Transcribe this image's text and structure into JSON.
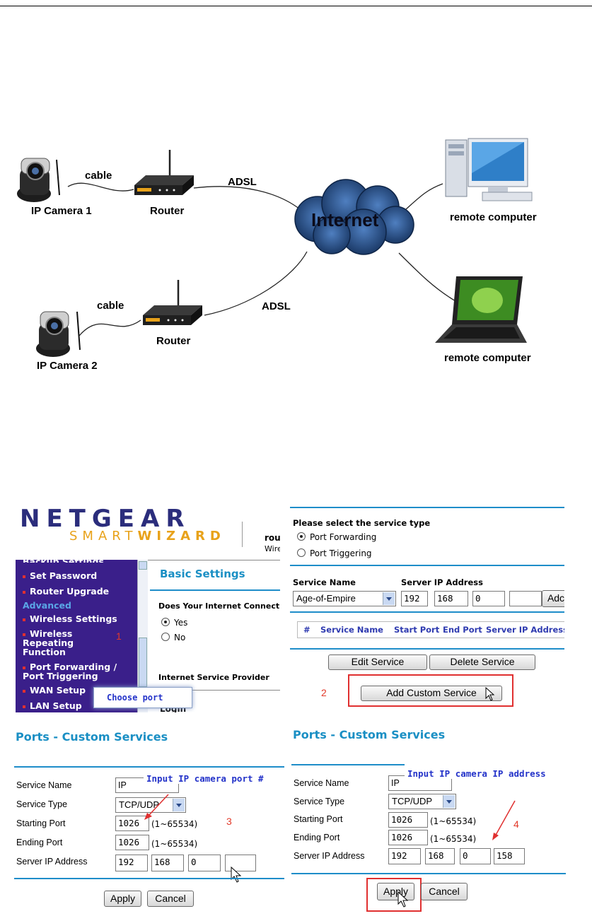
{
  "diagram": {
    "camera1": "IP Camera 1",
    "camera2": "IP Camera  2",
    "router1": "Router",
    "router2": "Router",
    "cable1": "cable",
    "cable2": "cable",
    "adsl1": "ADSL",
    "adsl2": "ADSL",
    "internet": "Internet",
    "remote1": "remote computer",
    "remote2": "remote computer"
  },
  "panel_a": {
    "logo_top": "NETGEAR",
    "logo_smart": "SMART",
    "logo_wizard": "WIZARD",
    "logo_side1": "rout",
    "logo_side2": "Wire",
    "nav_cut": "Backup Settings",
    "nav": [
      "Set Password",
      "Router Upgrade"
    ],
    "nav_advanced": "Advanced",
    "nav2": [
      "Wireless Settings"
    ],
    "nav_repeating": "Wireless Repeating Function",
    "nav_pf": "Port Forwarding / Port Triggering",
    "nav_wan": "WAN Setup",
    "nav_lan": "LAN Setup",
    "basic_title": "Basic Settings",
    "question": "Does Your Internet Connect",
    "yes": "Yes",
    "no": "No",
    "isp": "Internet Service Provider",
    "login": "Login",
    "step": "1",
    "tooltip": "Choose port"
  },
  "panel_b": {
    "select_type": "Please select the service type",
    "opt_forwarding": "Port Forwarding",
    "opt_triggering": "Port Triggering",
    "service_name_lbl": "Service Name",
    "server_ip_lbl": "Server IP Address",
    "service_value": "Age-of-Empire",
    "ip": [
      "192",
      "168",
      "0",
      ""
    ],
    "add_btn": "Adc",
    "table_headers": [
      "#",
      "Service Name",
      "Start Port",
      "End Port",
      "Server IP Address"
    ],
    "edit_btn": "Edit Service",
    "delete_btn": "Delete Service",
    "add_custom_btn": "Add Custom Service",
    "step": "2"
  },
  "panel_c": {
    "title": "Ports - Custom Services",
    "note": "Input IP camera port #",
    "labels": [
      "Service Name",
      "Service Type",
      "Starting Port",
      "Ending Port",
      "Server IP Address"
    ],
    "service_name": "IP",
    "service_type": "TCP/UDP",
    "start_port": "1026",
    "end_port": "1026",
    "range1": "(1~65534)",
    "range2": "(1~65534)",
    "ip": [
      "192",
      "168",
      "0",
      ""
    ],
    "step": "3",
    "apply": "Apply",
    "cancel": "Cancel"
  },
  "panel_d": {
    "title": "Ports - Custom Services",
    "note": "Input IP camera IP address",
    "labels": [
      "Service Name",
      "Service Type",
      "Starting Port",
      "Ending Port",
      "Server IP Address"
    ],
    "service_name": "IP",
    "service_type": "TCP/UDP",
    "start_port": "1026",
    "end_port": "1026",
    "range1": "(1~65534)",
    "range2": "(1~65534)",
    "ip": [
      "192",
      "168",
      "0",
      "158"
    ],
    "step": "4",
    "apply": "Apply",
    "cancel": "Cancel"
  },
  "colors": {
    "accent": "#1e8dc9",
    "nav_bg": "#3a1f8a",
    "annotation": "#e03030",
    "note_text": "#2433c9"
  }
}
